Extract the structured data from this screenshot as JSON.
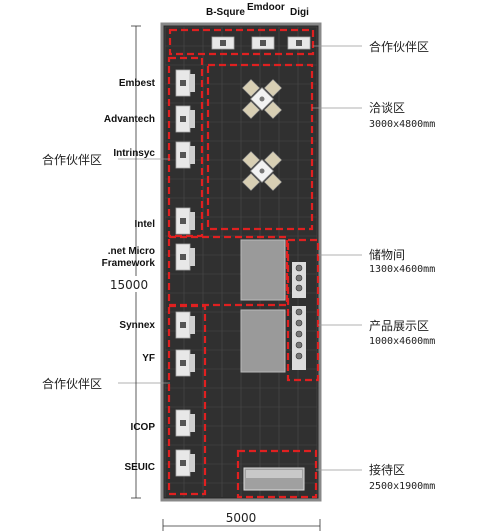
{
  "top_labels": [
    "B-Squre",
    "Emdoor",
    "Digi"
  ],
  "left_labels": [
    "Embest",
    "Advantech",
    "Intrinsyc",
    "Intel",
    ".net Micro",
    "Framework",
    "Synnex",
    "YF",
    "ICOP",
    "SEUIC"
  ],
  "zones": {
    "partner_label": "合作伙伴区",
    "meeting_label": "洽谈区",
    "meeting_size": "3000x4800mm",
    "storage_label": "储物间",
    "storage_size": "1300x4600mm",
    "product_label": "产品展示区",
    "product_size": "1000x4600mm",
    "reception_label": "接待区",
    "reception_size": "2500x1900mm"
  },
  "dimensions": {
    "height_label": "15000",
    "width_label": "5000"
  },
  "colors": {
    "floor": "#2b2b2b",
    "grid": "#4a4a4a",
    "zone_outline": "#e02020",
    "desk": "#e8e8e8",
    "storage": "#9a9a9a"
  }
}
